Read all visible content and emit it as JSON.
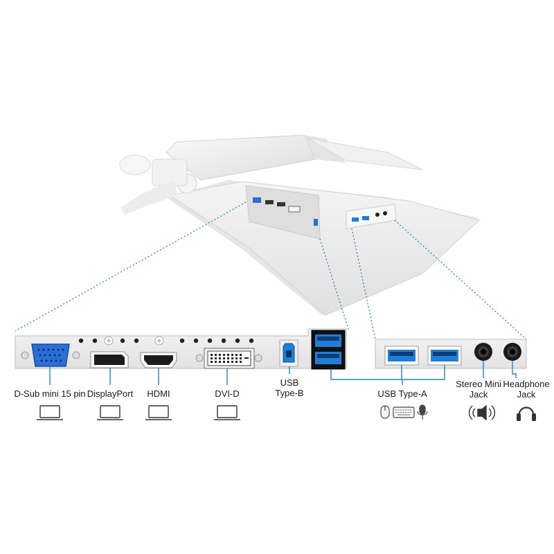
{
  "ports": {
    "dsub": {
      "name": "D-Sub mini 15 pin",
      "device_icon": "laptop-icon"
    },
    "displayport": {
      "name": "DisplayPort",
      "device_icon": "laptop-icon"
    },
    "hdmi": {
      "name": "HDMI",
      "device_icon": "laptop-icon"
    },
    "dvid": {
      "name": "DVI-D",
      "device_icon": "laptop-icon"
    },
    "usb_b": {
      "line1": "USB",
      "line2": "Type-B"
    },
    "usb_a": {
      "name": "USB Type-A",
      "device_icons": [
        "mouse-icon",
        "keyboard-icon",
        "microphone-icon"
      ]
    },
    "stereo": {
      "line1": "Stereo Mini",
      "line2": "Jack",
      "device_icon": "speaker-icon"
    },
    "headphone": {
      "line1": "Headphone",
      "line2": "Jack",
      "device_icon": "headphones-icon"
    }
  },
  "colors": {
    "usb3_blue": "#1f7fd8",
    "vga_blue": "#2a6fd6",
    "leader_line": "#2a8a8f",
    "bracket_line": "#1e88c8",
    "panel": "#ebebeb"
  }
}
